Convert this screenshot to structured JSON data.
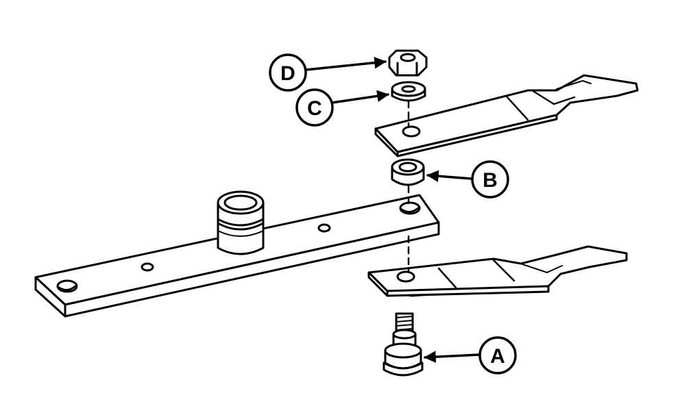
{
  "diagram": {
    "callouts": [
      {
        "id": "A",
        "label": "A",
        "part": "blade-bolt"
      },
      {
        "id": "B",
        "label": "B",
        "part": "spacer-bushing"
      },
      {
        "id": "C",
        "label": "C",
        "part": "washer"
      },
      {
        "id": "D",
        "label": "D",
        "part": "nut"
      }
    ]
  }
}
